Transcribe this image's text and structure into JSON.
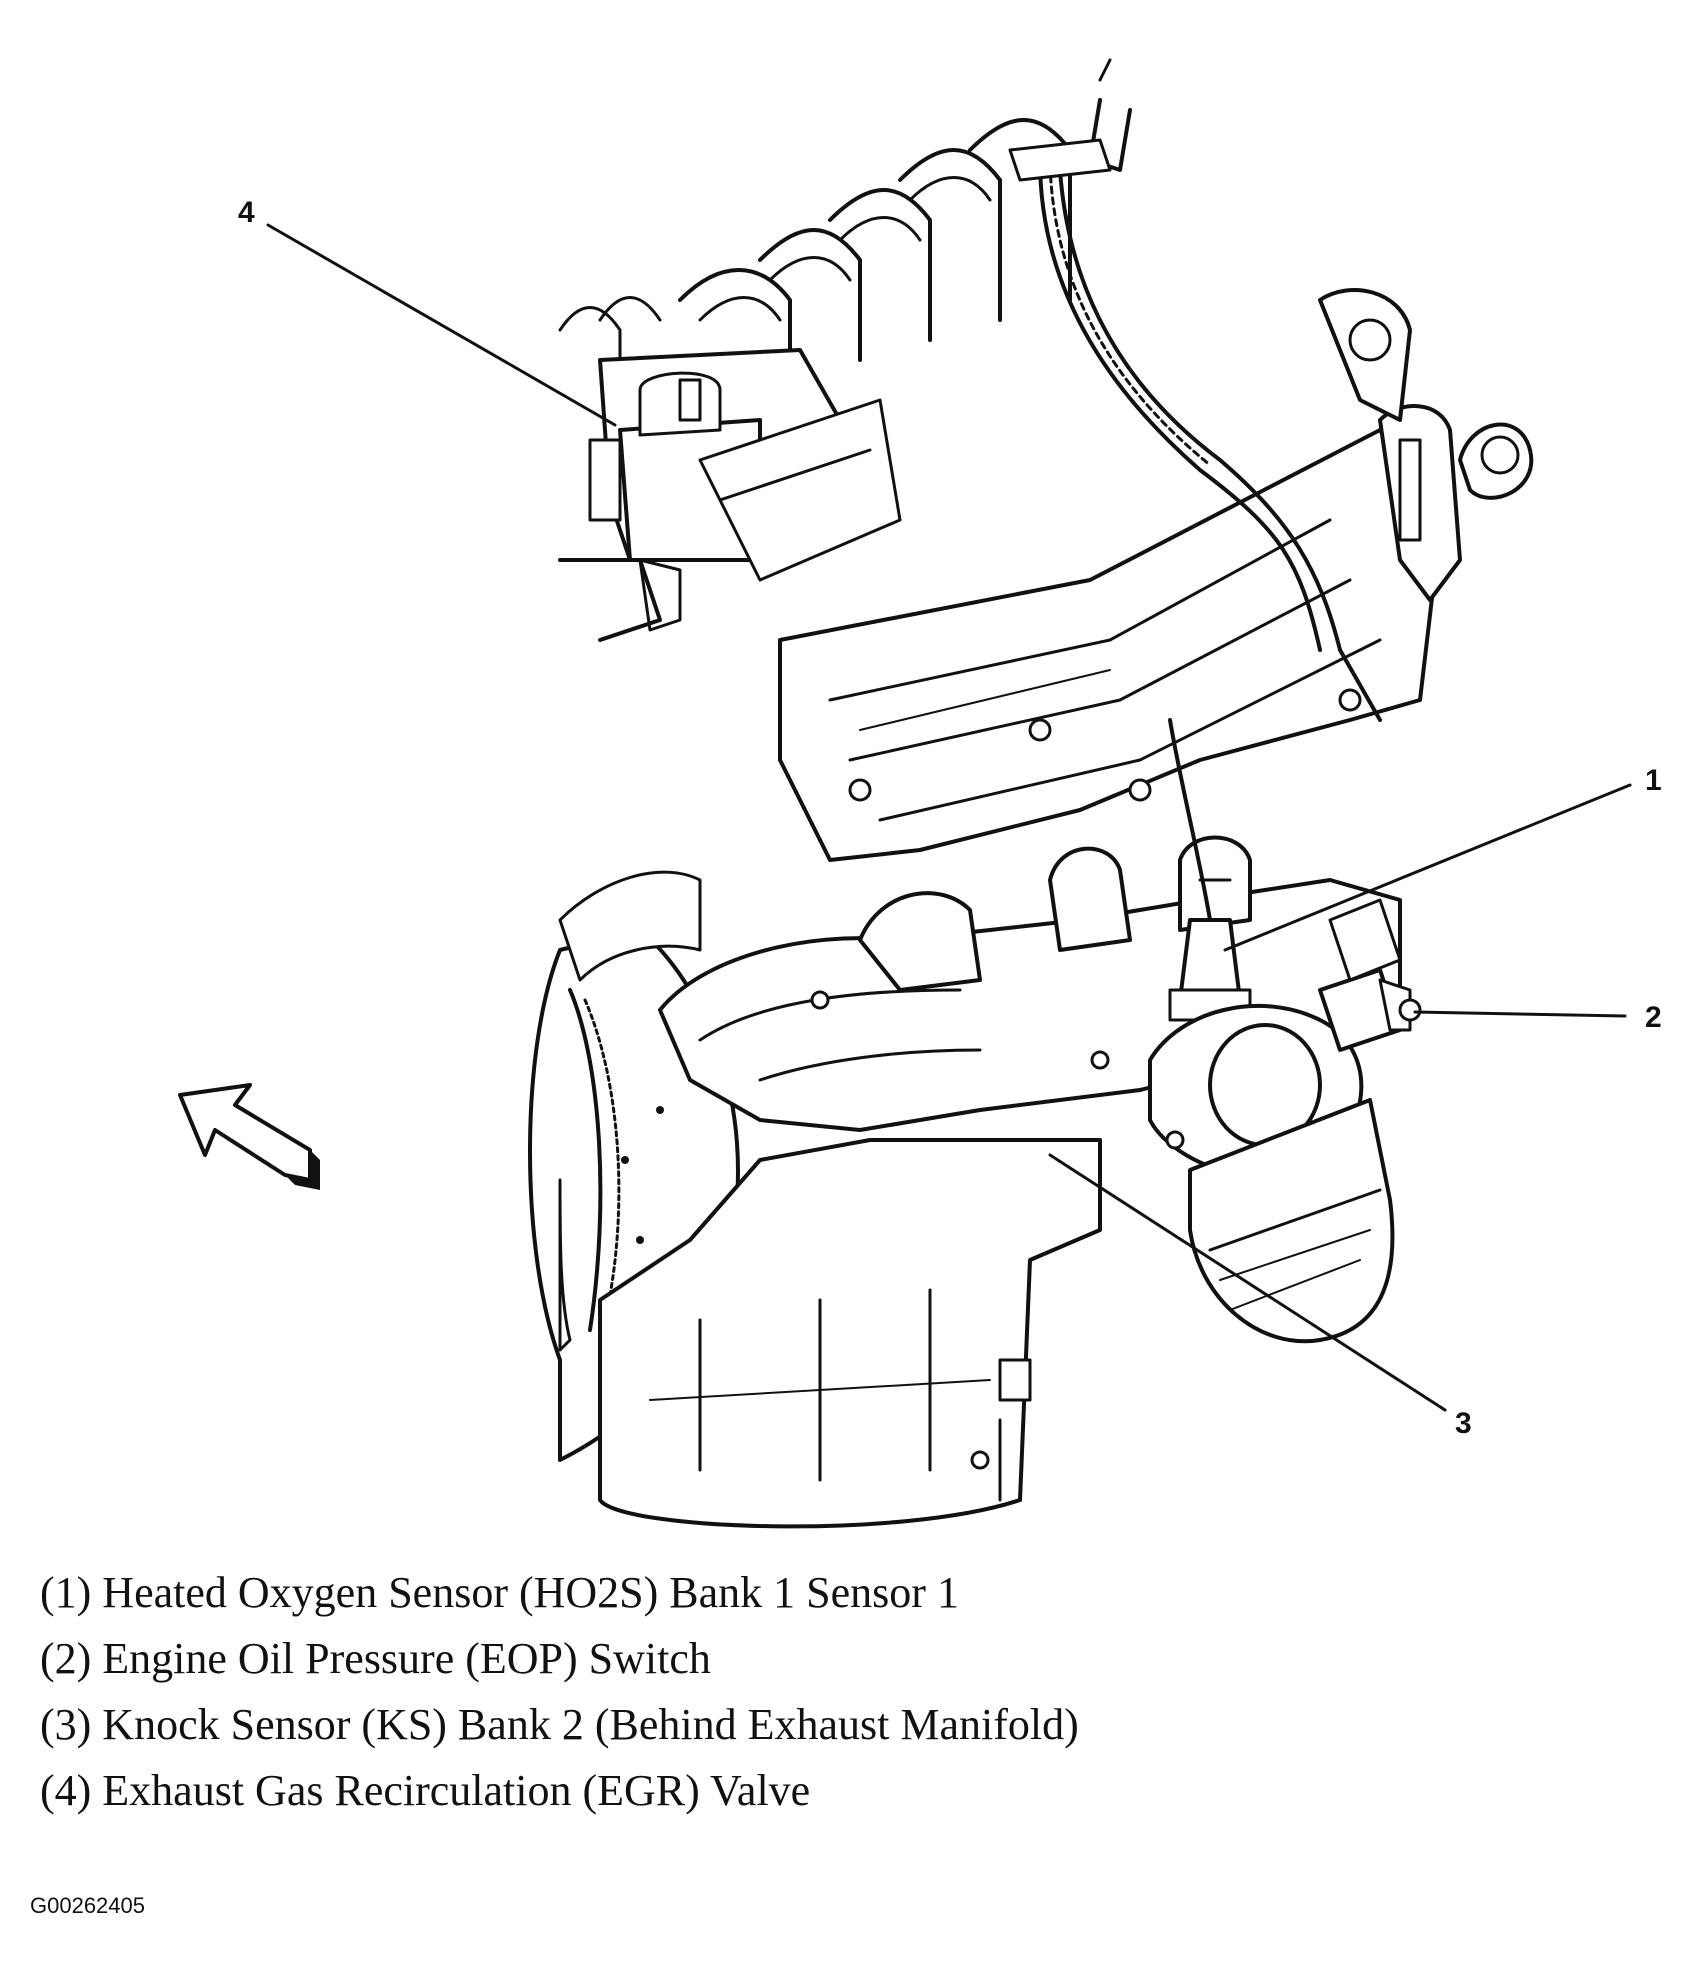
{
  "callouts": {
    "c1": "1",
    "c2": "2",
    "c3": "3",
    "c4": "4"
  },
  "legend": [
    "(1) Heated Oxygen Sensor (HO2S) Bank 1 Sensor 1",
    "(2) Engine Oil Pressure (EOP) Switch",
    "(3) Knock Sensor (KS) Bank 2 (Behind Exhaust Manifold)",
    "(4) Exhaust Gas Recirculation (EGR) Valve"
  ],
  "figure_id": "G00262405",
  "direction_arrow_icon": "arrow-up-left-icon"
}
